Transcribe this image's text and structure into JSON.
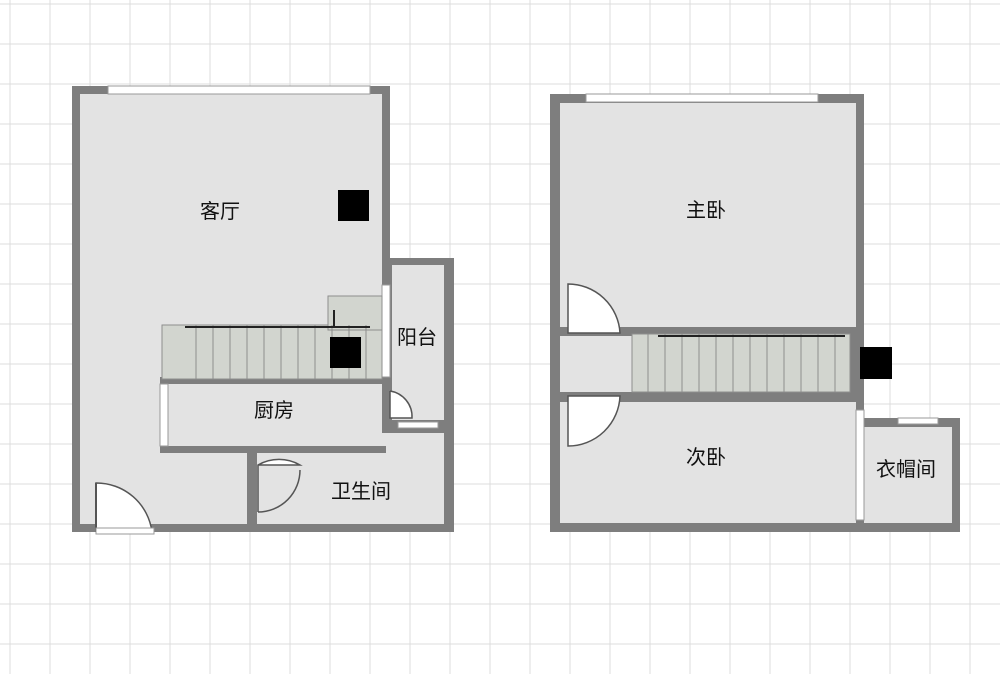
{
  "plan": {
    "floor1": {
      "living_room": "客厅",
      "balcony": "阳台",
      "kitchen": "厨房",
      "bathroom": "卫生间"
    },
    "floor2": {
      "master_bedroom": "主卧",
      "second_bedroom": "次卧",
      "cloakroom": "衣帽间"
    }
  },
  "colors": {
    "room_fill": "#e3e3e3",
    "wall": "#7e7e7e",
    "stair_fill": "#d2d5cf",
    "grid": "#dcdcdc",
    "column": "#000000"
  }
}
